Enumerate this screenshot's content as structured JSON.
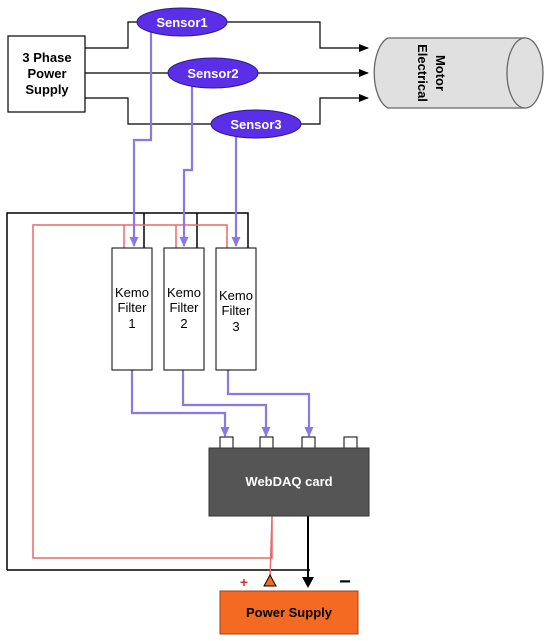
{
  "power_supply_3phase": {
    "line1": "3 Phase",
    "line2": "Power",
    "line3": "Supply"
  },
  "motor": {
    "line1": "Electrical",
    "line2": "Motor"
  },
  "sensors": [
    {
      "label": "Sensor1"
    },
    {
      "label": "Sensor2"
    },
    {
      "label": "Sensor3"
    }
  ],
  "filters": [
    {
      "line1": "Kemo",
      "line2": "Filter",
      "line3": "1"
    },
    {
      "line1": "Kemo",
      "line2": "Filter",
      "line3": "2"
    },
    {
      "line1": "Kemo",
      "line2": "Filter",
      "line3": "3"
    }
  ],
  "daq": {
    "label": "WebDAQ card"
  },
  "dc_supply": {
    "label": "Power Supply",
    "plus": "+",
    "minus": "−"
  },
  "colors": {
    "sensor_fill": "#5b2ee8",
    "signal_wire": "#8878e8",
    "red_wire": "#e86a6a",
    "daq_fill": "#555555",
    "supply_fill": "#f56a22",
    "motor_fill": "#e0e0e0"
  }
}
